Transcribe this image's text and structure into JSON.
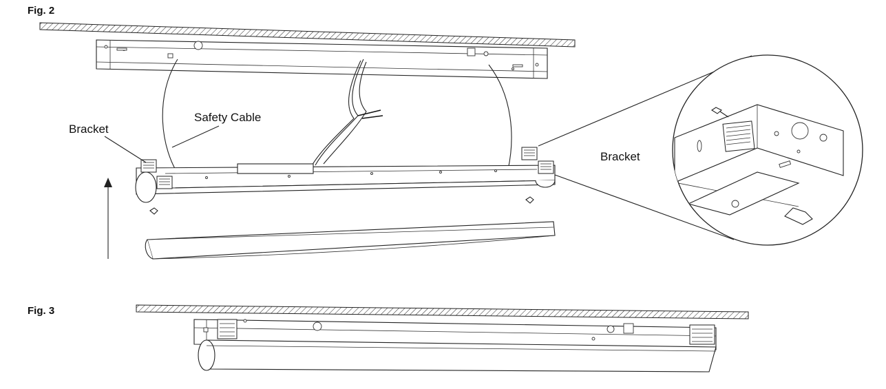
{
  "figures": {
    "fig2": {
      "title": "Fig. 2",
      "labels": {
        "bracket_left": "Bracket",
        "safety_cable": "Safety Cable",
        "bracket_detail": "Bracket"
      }
    },
    "fig3": {
      "title": "Fig. 3"
    }
  },
  "colors": {
    "line": "#222222",
    "background": "#ffffff"
  },
  "icons": {
    "direction": "up-arrow-icon"
  }
}
